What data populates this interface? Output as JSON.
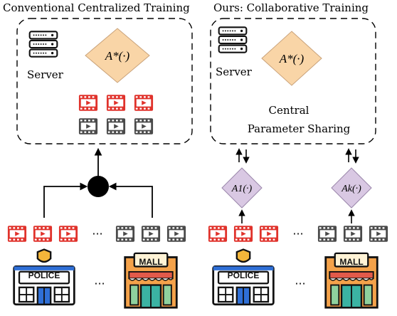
{
  "left_panel": {
    "title": "Conventional Centralized Training",
    "server_label": "Server",
    "model_label": "A*(·)"
  },
  "right_panel": {
    "title": "Ours: Collaborative Training",
    "server_label": "Server",
    "model_label": "A*(·)",
    "sharing_label_line1": "Central",
    "sharing_label_line2": "Parameter Sharing",
    "local_model_1": "A1(·)",
    "local_model_k": "Ak(·)"
  },
  "clients": {
    "police_sign": "POLICE",
    "mall_sign": "MALL",
    "ellipsis": "···"
  },
  "colors": {
    "diamond_global": "#f9d5a7",
    "diamond_local": "#d9c8e3",
    "film_red": "#e0322b",
    "film_gray": "#4a4a4a"
  }
}
